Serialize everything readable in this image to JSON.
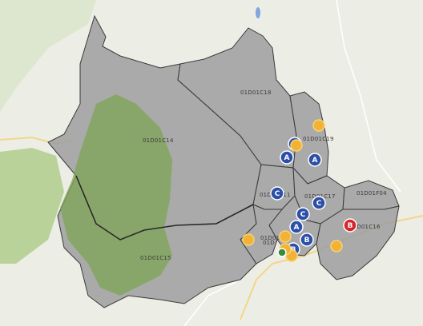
{
  "map": {
    "colors": {
      "district_fill": "#9a9a9a",
      "park_fill": "#7fa455",
      "marker_a": "#2c4fa8",
      "marker_b": "#2c4fa8",
      "marker_c": "#2c4fa8",
      "marker_b_red": "#d6262c",
      "marker_orange": "#f2b233",
      "marker_green": "#3a8c3a",
      "border": "#3a3a3a"
    },
    "district_labels": [
      {
        "id": "c14",
        "text": "01D01C14"
      },
      {
        "id": "c15",
        "text": "01D01C15"
      },
      {
        "id": "c18",
        "text": "01D01C18"
      },
      {
        "id": "c19",
        "text": "01D01C19"
      },
      {
        "id": "c11",
        "text": "01D01C11"
      },
      {
        "id": "c17",
        "text": "01D01C17"
      },
      {
        "id": "f04",
        "text": "01D01F04"
      },
      {
        "id": "c16",
        "text": "01D01C16"
      },
      {
        "id": "c12",
        "text": "01D01C12"
      },
      {
        "id": "c10",
        "text": "01D"
      }
    ],
    "markers": [
      {
        "letter": "A",
        "kind": "blue"
      },
      {
        "letter": "A",
        "kind": "blue"
      },
      {
        "letter": "A",
        "kind": "blue"
      },
      {
        "letter": "C",
        "kind": "blue"
      },
      {
        "letter": "C",
        "kind": "blue"
      },
      {
        "letter": "C",
        "kind": "blue"
      },
      {
        "letter": "A",
        "kind": "blue"
      },
      {
        "letter": "B",
        "kind": "blue"
      },
      {
        "letter": "B",
        "kind": "blue"
      },
      {
        "letter": "B",
        "kind": "red"
      },
      {
        "letter": "",
        "kind": "orange"
      },
      {
        "letter": "",
        "kind": "orange"
      },
      {
        "letter": "",
        "kind": "orange"
      },
      {
        "letter": "",
        "kind": "orange"
      },
      {
        "letter": "",
        "kind": "orange"
      },
      {
        "letter": "",
        "kind": "orange"
      },
      {
        "letter": "",
        "kind": "orange"
      },
      {
        "letter": "",
        "kind": "green"
      }
    ]
  }
}
